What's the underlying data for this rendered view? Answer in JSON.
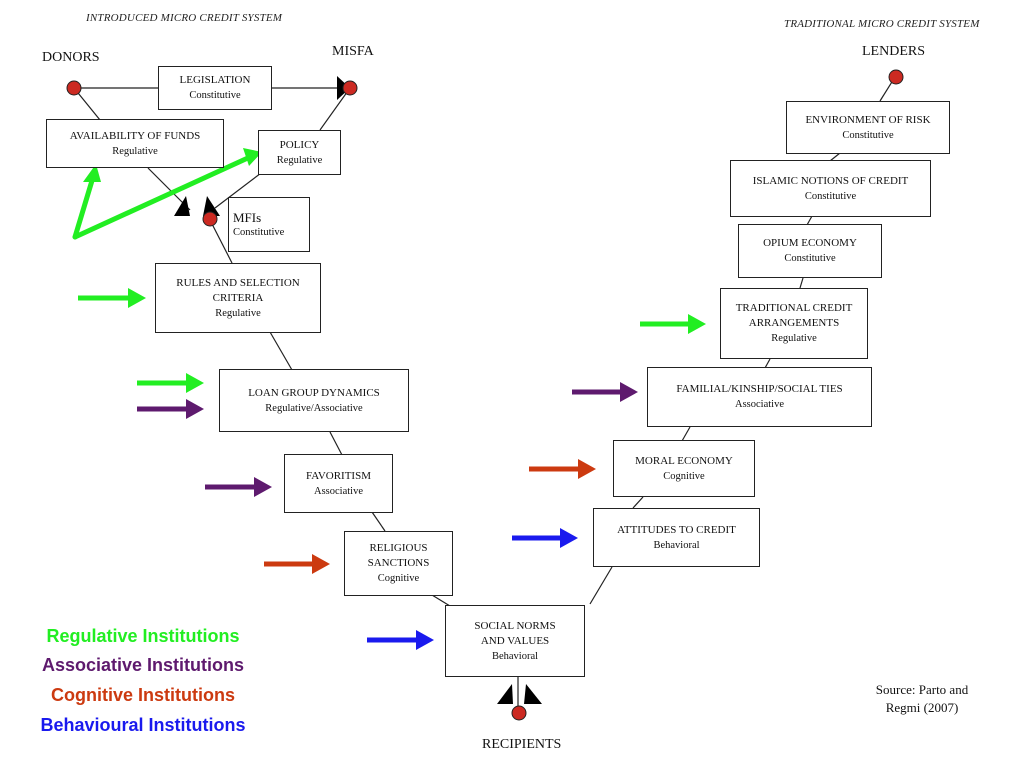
{
  "headers": {
    "left": "INTRODUCED MICRO CREDIT SYSTEM",
    "right": "TRADITIONAL MICRO CREDIT SYSTEM"
  },
  "nodes": {
    "donors": "DONORS",
    "misfa": "MISFA",
    "lenders": "LENDERS",
    "recipients": "RECIPIENTS"
  },
  "boxes": {
    "legislation": {
      "title": "LEGISLATION",
      "type": "Constitutive"
    },
    "availability": {
      "title": "AVAILABILITY OF FUNDS",
      "type": "Regulative"
    },
    "policy": {
      "title": "POLICY",
      "type": "Regulative"
    },
    "mfis": {
      "title": "MFIs",
      "type": "Constitutive"
    },
    "rules": {
      "title": "RULES AND SELECTION\nCRITERIA",
      "type": "Regulative"
    },
    "loan_group": {
      "title": "LOAN GROUP DYNAMICS",
      "type": "Regulative/Associative"
    },
    "favoritism": {
      "title": "FAVORITISM",
      "type": "Associative"
    },
    "religious": {
      "title": "RELIGIOUS\nSANCTIONS",
      "type": "Cognitive"
    },
    "social_norms": {
      "title": "SOCIAL NORMS\nAND VALUES",
      "type": "Behavioral"
    },
    "env_risk": {
      "title": "ENVIRONMENT OF RISK",
      "type": "Constitutive"
    },
    "islamic": {
      "title": "ISLAMIC NOTIONS OF CREDIT",
      "type": "Constitutive"
    },
    "opium": {
      "title": "OPIUM ECONOMY",
      "type": "Constitutive"
    },
    "traditional": {
      "title": "TRADITIONAL CREDIT\nARRANGEMENTS",
      "type": "Regulative"
    },
    "familial": {
      "title": "FAMILIAL/KINSHIP/SOCIAL TIES",
      "type": "Associative"
    },
    "moral": {
      "title": "MORAL ECONOMY",
      "type": "Cognitive"
    },
    "attitudes": {
      "title": "ATTITUDES TO CREDIT",
      "type": "Behavioral"
    }
  },
  "legend": [
    {
      "label": "Regulative Institutions",
      "color": "#22ee22"
    },
    {
      "label": "Associative Institutions",
      "color": "#5e1a6e"
    },
    {
      "label": "Cognitive Institutions",
      "color": "#cc3a10"
    },
    {
      "label": "Behavioural Institutions",
      "color": "#1a1aee"
    }
  ],
  "colors": {
    "regulative": "#22ee22",
    "associative": "#5e1a6e",
    "cognitive": "#cc3a10",
    "behavioural": "#1a1aee",
    "node": "#cc2a22"
  },
  "source": "Source: Parto and Regmi (2007)"
}
